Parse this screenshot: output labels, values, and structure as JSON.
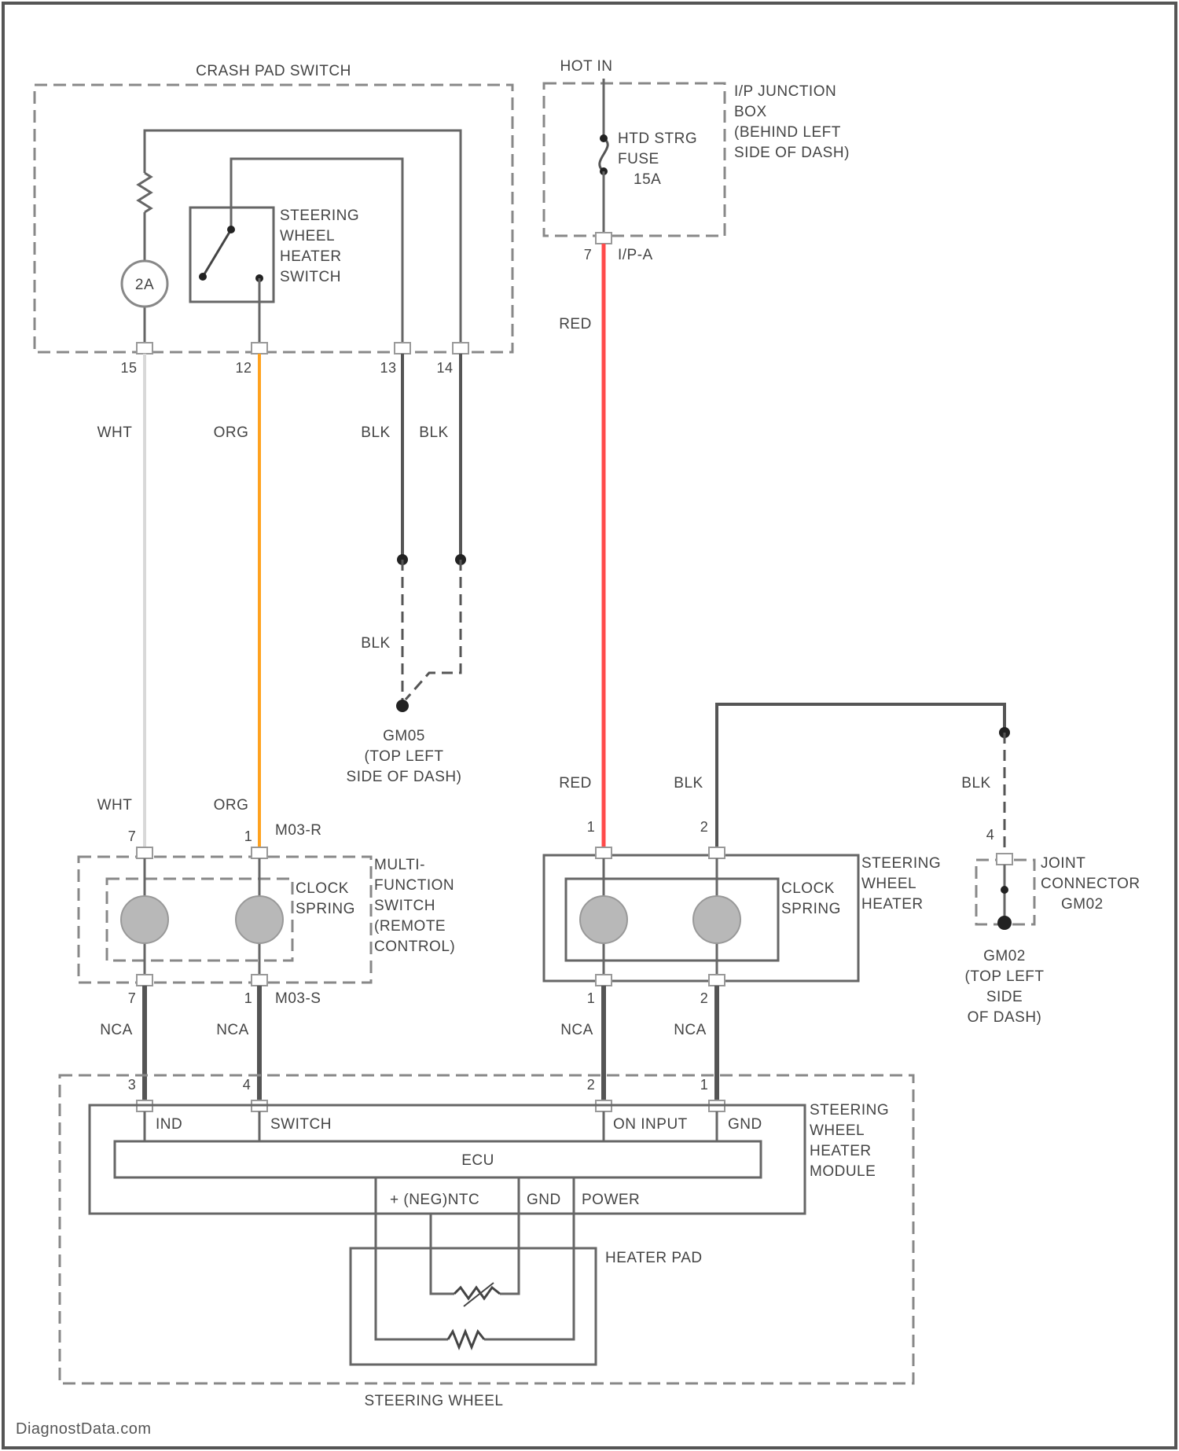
{
  "diagram": {
    "crash_pad_switch": "CRASH PAD SWITCH",
    "hot_in": "HOT IN",
    "ip_junction_box": [
      "I/P JUNCTION",
      "BOX",
      "(BEHIND LEFT",
      "SIDE OF DASH)"
    ],
    "fuse": [
      "HTD STRG",
      "FUSE",
      "15A"
    ],
    "ip_a": "I/P-A",
    "steering_wheel_heater_switch": [
      "STEERING",
      "WHEEL",
      "HEATER",
      "SWITCH"
    ],
    "indicator": "2A",
    "switch_pins": [
      "15",
      "12",
      "13",
      "14"
    ],
    "fuse_pin": "7",
    "wire_colors": {
      "wht": "WHT",
      "org": "ORG",
      "blk": "BLK",
      "red": "RED",
      "nca": "NCA"
    },
    "ground_gm05": [
      "GM05",
      "(TOP LEFT",
      "SIDE OF DASH)"
    ],
    "m03_r": "M03-R",
    "m03_s": "M03-S",
    "clock_spring": [
      "CLOCK",
      "SPRING"
    ],
    "multi_function_switch": [
      "MULTI-",
      "FUNCTION",
      "SWITCH",
      "(REMOTE",
      "CONTROL)"
    ],
    "steering_wheel_heater": [
      "STEERING",
      "WHEEL",
      "HEATER"
    ],
    "joint_connector": [
      "JOINT",
      "CONNECTOR",
      "GM02"
    ],
    "ground_gm02": [
      "GM02",
      "(TOP LEFT",
      "SIDE",
      "OF DASH)"
    ],
    "clock_left_pins": [
      "7",
      "1",
      "7",
      "1"
    ],
    "clock_right_pins": [
      "1",
      "2",
      "1",
      "2"
    ],
    "joint_pin": "4",
    "module_pins": [
      "3",
      "4",
      "2",
      "1"
    ],
    "module_terminals": [
      "IND",
      "SWITCH",
      "ON INPUT",
      "GND"
    ],
    "ecu": "ECU",
    "module_lower": [
      "+ (NEG)NTC",
      "GND",
      "POWER"
    ],
    "module_name": [
      "STEERING",
      "WHEEL",
      "HEATER",
      "MODULE"
    ],
    "heater_pad": "HEATER PAD",
    "steering_wheel": "STEERING WHEEL",
    "watermark": "DiagnostData.com"
  }
}
